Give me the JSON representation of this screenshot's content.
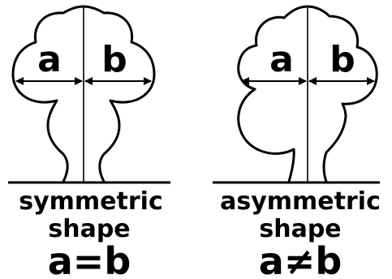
{
  "left_panel": {
    "label_a": "a",
    "label_b": "b",
    "caption_line1": "symmetric",
    "caption_line2": "shape",
    "equation": "a=b"
  },
  "right_panel": {
    "label_a": "a",
    "label_b": "b",
    "caption_line1": "asymmetric",
    "caption_line2": "shape",
    "equation": "a≠b"
  },
  "colors": {
    "ink": "#000000",
    "background": "#ffffff"
  }
}
